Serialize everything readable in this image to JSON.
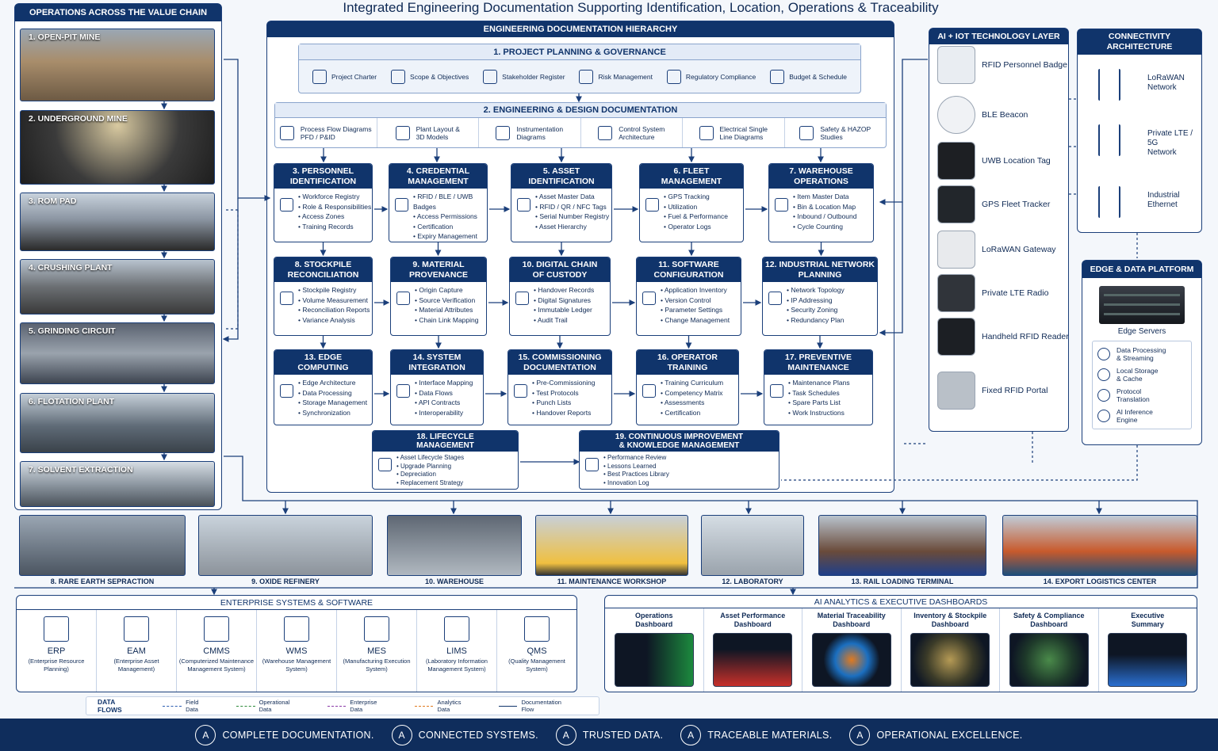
{
  "title": "Integrated Engineering Documentation Supporting Identification, Location, Operations & Traceability",
  "value_chain": {
    "header": "OPERATIONS ACROSS THE VALUE CHAIN",
    "stages": [
      "1. OPEN-PIT MINE",
      "2. UNDERGROUND MINE",
      "3. ROM PAD",
      "4. CRUSHING PLANT",
      "5. GRINDING CIRCUIT",
      "6. FLOTATION PLANT",
      "7. SOLVENT EXTRACTION"
    ]
  },
  "bottom_stages": [
    "8. RARE EARTH SEPRACTION",
    "9. OXIDE REFINERY",
    "10. WAREHOUSE",
    "11. MAINTENANCE WORKSHOP",
    "12. LABORATORY",
    "13. RAIL LOADING TERMINAL",
    "14. EXPORT LOGISTICS CENTER"
  ],
  "hierarchy": {
    "header": "ENGINEERING DOCUMENTATION HIERARCHY",
    "planning": {
      "header": "1. PROJECT PLANNING & GOVERNANCE",
      "items": [
        "Project Charter",
        "Scope & Objectives",
        "Stakeholder Register",
        "Risk Management",
        "Regulatory Compliance",
        "Budget & Schedule"
      ]
    },
    "design": {
      "header": "2. ENGINEERING & DESIGN DOCUMENTATION",
      "items": [
        [
          "Process Flow Diagrams",
          "PFD / P&ID"
        ],
        [
          "Plant Layout &",
          "3D Models"
        ],
        [
          "Instrumentation",
          "Diagrams"
        ],
        [
          "Control System",
          "Architecture"
        ],
        [
          "Electrical Single",
          "Line Diagrams"
        ],
        [
          "Safety & HAZOP",
          "Studies"
        ]
      ]
    },
    "boxes": [
      {
        "title": [
          "3. PERSONNEL",
          "IDENTIFICATION"
        ],
        "items": [
          "Workforce Registry",
          "Role & Responsibilities",
          "Access Zones",
          "Training Records"
        ]
      },
      {
        "title": [
          "4. CREDENTIAL",
          "MANAGEMENT"
        ],
        "items": [
          "RFID / BLE / UWB Badges",
          "Access Permissions",
          "Certification",
          "Expiry Management"
        ]
      },
      {
        "title": [
          "5. ASSET",
          "IDENTIFICATION"
        ],
        "items": [
          "Asset Master Data",
          "RFID / QR / NFC Tags",
          "Serial Number Registry",
          "Asset Hierarchy"
        ]
      },
      {
        "title": [
          "6. FLEET",
          "MANAGEMENT"
        ],
        "items": [
          "GPS Tracking",
          "Utilization",
          "Fuel & Performance",
          "Operator Logs"
        ]
      },
      {
        "title": [
          "7. WAREHOUSE",
          "OPERATIONS"
        ],
        "items": [
          "Item Master Data",
          "Bin & Location Map",
          "Inbound / Outbound",
          "Cycle Counting"
        ]
      },
      {
        "title": [
          "8. STOCKPILE",
          "RECONCILIATION"
        ],
        "items": [
          "Stockpile Registry",
          "Volume Measurement",
          "Reconciliation Reports",
          "Variance Analysis"
        ]
      },
      {
        "title": [
          "9. MATERIAL",
          "PROVENANCE"
        ],
        "items": [
          "Origin Capture",
          "Source Verification",
          "Material Attributes",
          "Chain Link Mapping"
        ]
      },
      {
        "title": [
          "10. DIGITAL CHAIN",
          "OF CUSTODY"
        ],
        "items": [
          "Handover Records",
          "Digital Signatures",
          "Immutable Ledger",
          "Audit Trail"
        ]
      },
      {
        "title": [
          "11. SOFTWARE",
          "CONFIGURATION"
        ],
        "items": [
          "Application Inventory",
          "Version Control",
          "Parameter Settings",
          "Change Management"
        ]
      },
      {
        "title": [
          "12. INDUSTRIAL NETWORK",
          "PLANNING"
        ],
        "items": [
          "Network Topology",
          "IP Addressing",
          "Security Zoning",
          "Redundancy Plan"
        ]
      },
      {
        "title": [
          "13. EDGE",
          "COMPUTING"
        ],
        "items": [
          "Edge Architecture",
          "Data Processing",
          "Storage Management",
          "Synchronization"
        ]
      },
      {
        "title": [
          "14. SYSTEM",
          "INTEGRATION"
        ],
        "items": [
          "Interface Mapping",
          "Data Flows",
          "API Contracts",
          "Interoperability"
        ]
      },
      {
        "title": [
          "15. COMMISSIONING",
          "DOCUMENTATION"
        ],
        "items": [
          "Pre-Commissioning",
          "Test Protocols",
          "Punch Lists",
          "Handover Reports"
        ]
      },
      {
        "title": [
          "16. OPERATOR",
          "TRAINING"
        ],
        "items": [
          "Training Curriculum",
          "Competency Matrix",
          "Assessments",
          "Certification"
        ]
      },
      {
        "title": [
          "17. PREVENTIVE",
          "MAINTENANCE"
        ],
        "items": [
          "Maintenance Plans",
          "Task Schedules",
          "Spare Parts List",
          "Work Instructions"
        ]
      },
      {
        "title": [
          "18. LIFECYCLE",
          "MANAGEMENT"
        ],
        "items": [
          "Asset Lifecycle Stages",
          "Upgrade Planning",
          "Depreciation",
          "Replacement Strategy"
        ]
      },
      {
        "title": [
          "19. CONTINUOUS IMPROVEMENT",
          "& KNOWLEDGE MANAGEMENT"
        ],
        "items": [
          "Performance Review",
          "Lessons Learned",
          "Best Practices Library",
          "Innovation Log"
        ]
      }
    ]
  },
  "iot": {
    "header": "AI + IOT TECHNOLOGY LAYER",
    "devices": [
      "RFID Personnel Badge",
      "BLE Beacon",
      "UWB Location Tag",
      "GPS Fleet Tracker",
      "LoRaWAN Gateway",
      "Private LTE Radio",
      "Handheld RFID Reader",
      "Fixed RFID Portal"
    ]
  },
  "connectivity": {
    "header": [
      "CONNECTIVITY",
      "ARCHITECTURE"
    ],
    "items": [
      [
        "LoRaWAN",
        "Network"
      ],
      [
        "Private LTE / 5G",
        "Network"
      ],
      [
        "Industrial",
        "Ethernet"
      ]
    ]
  },
  "edge": {
    "header": "EDGE & DATA PLATFORM",
    "servers": "Edge Servers",
    "items": [
      [
        "Data Processing",
        "& Streaming"
      ],
      [
        "Local Storage",
        "& Cache"
      ],
      [
        "Protocol",
        "Translation"
      ],
      [
        "AI Inference",
        "Engine"
      ]
    ]
  },
  "enterprise": {
    "header": "ENTERPRISE SYSTEMS & SOFTWARE",
    "systems": [
      {
        "name": "ERP",
        "desc": [
          "(Enterprise Resource",
          "Planning)"
        ]
      },
      {
        "name": "EAM",
        "desc": [
          "(Enterprise Asset",
          "Management)"
        ]
      },
      {
        "name": "CMMS",
        "desc": [
          "(Computerized Maintenance",
          "Management System)"
        ]
      },
      {
        "name": "WMS",
        "desc": [
          "(Warehouse Management",
          "System)"
        ]
      },
      {
        "name": "MES",
        "desc": [
          "(Manufacturing Execution",
          "System)"
        ]
      },
      {
        "name": "LIMS",
        "desc": [
          "(Laboratory Information",
          "Management System)"
        ]
      },
      {
        "name": "QMS",
        "desc": [
          "(Quality Management",
          "System)"
        ]
      }
    ]
  },
  "dashboards": {
    "header": "AI ANALYTICS & EXECUTIVE DASHBOARDS",
    "items": [
      [
        "Operations",
        "Dashboard"
      ],
      [
        "Asset Performance",
        "Dashboard"
      ],
      [
        "Material Traceability",
        "Dashboard"
      ],
      [
        "Inventory & Stockpile",
        "Dashboard"
      ],
      [
        "Safety & Compliance",
        "Dashboard"
      ],
      [
        "Executive",
        "Summary"
      ]
    ]
  },
  "legend": {
    "title": "DATA FLOWS",
    "items": [
      {
        "label": "Field Data",
        "color": "#2a5db0"
      },
      {
        "label": "Operational Data",
        "color": "#2e8b3a"
      },
      {
        "label": "Enterprise Data",
        "color": "#8a3aa8"
      },
      {
        "label": "Analytics Data",
        "color": "#e07a20"
      },
      {
        "label": "Documentation Flow",
        "color": "#10346b"
      }
    ]
  },
  "banner": [
    "COMPLETE DOCUMENTATION.",
    "CONNECTED SYSTEMS.",
    "TRUSTED DATA.",
    "TRACEABLE MATERIALS.",
    "OPERATIONAL EXCELLENCE."
  ],
  "colors": {
    "navy": "#10346b",
    "panel_border": "#1b3f7a",
    "background": "#f4f7fb"
  }
}
